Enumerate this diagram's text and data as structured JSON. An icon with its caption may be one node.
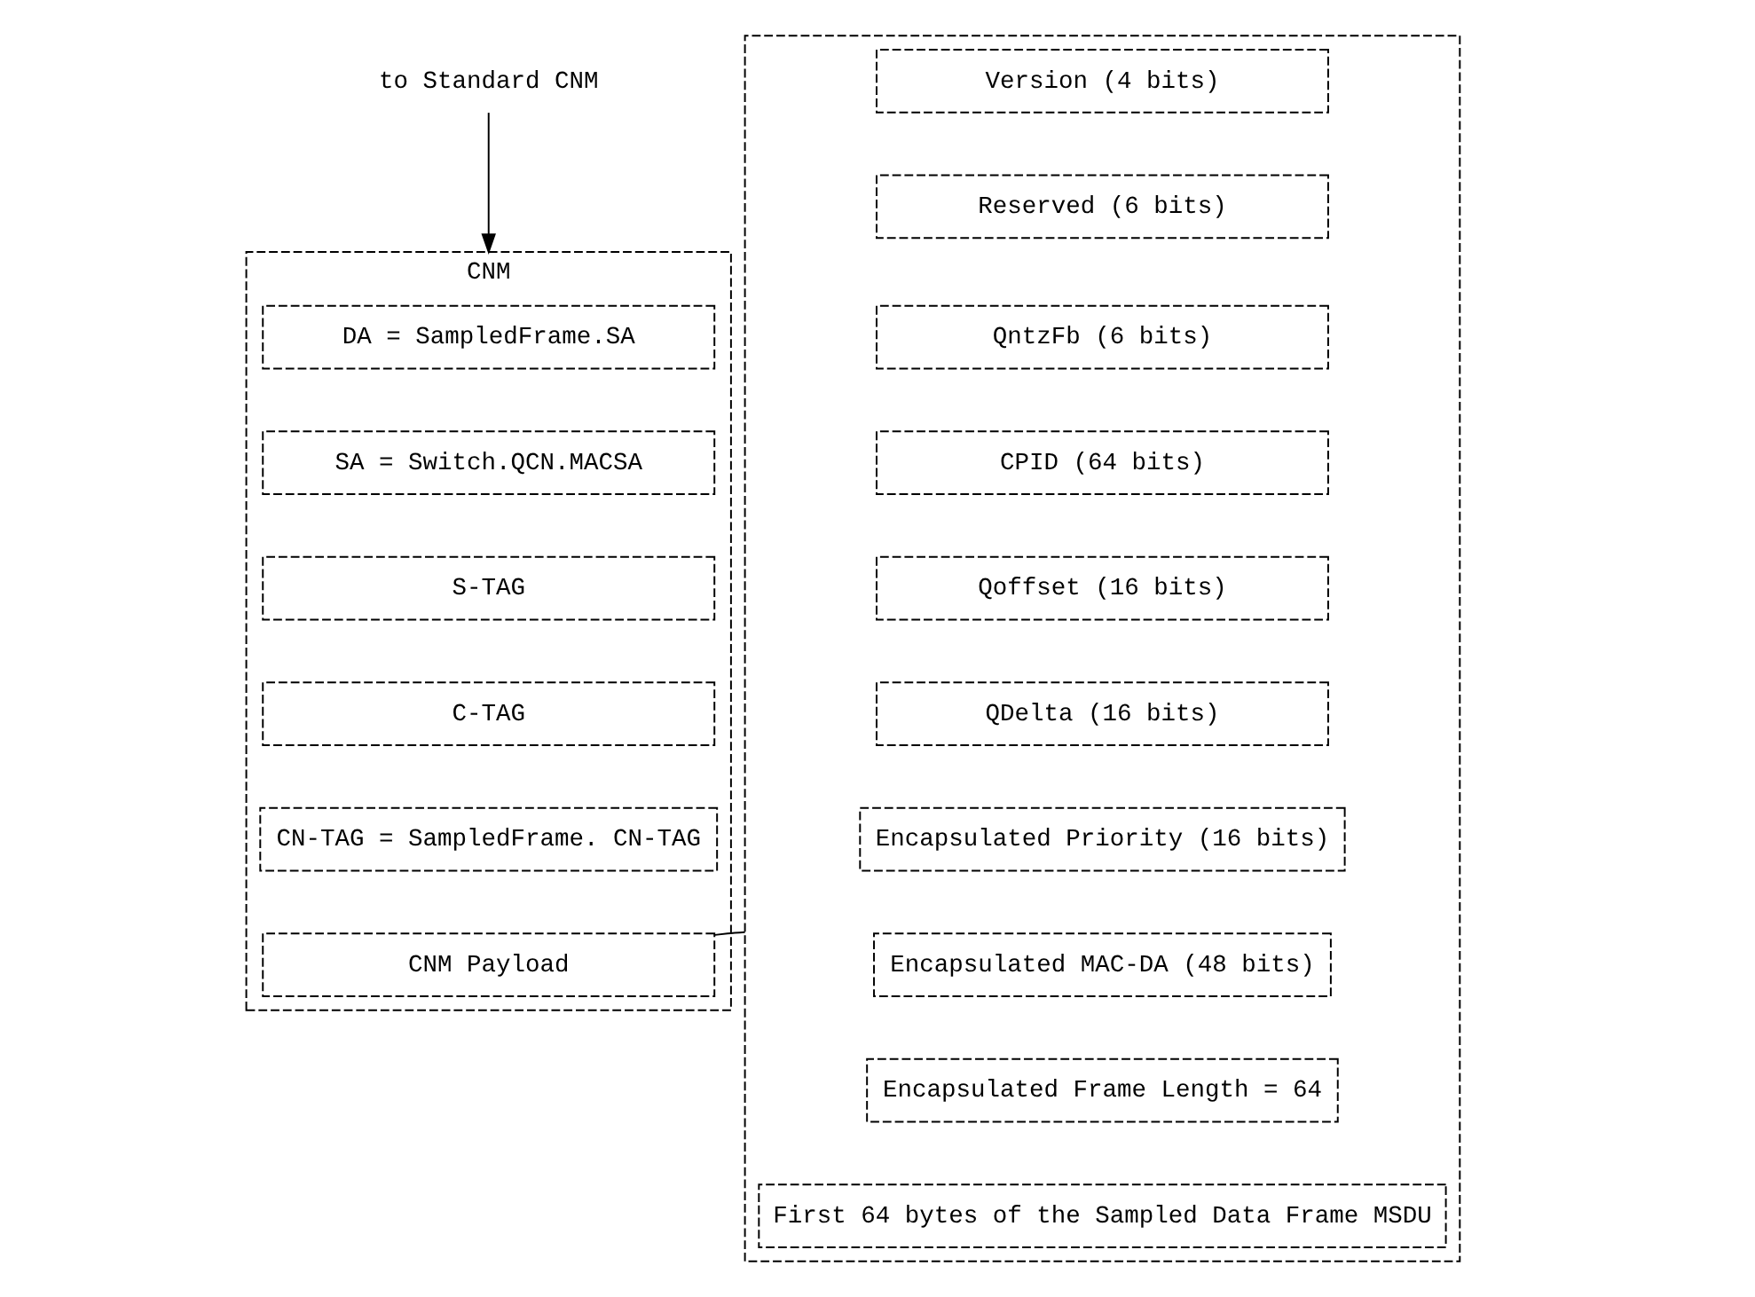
{
  "diagram": {
    "nodes": [
      {
        "text": [
          "to Standard CNM"
        ]
      },
      {
        "text": [
          "CNM"
        ]
      },
      {
        "text": [
          "DA = SampledFrame.SA"
        ],
        "in": 1
      },
      {
        "text": [
          "SA = Switch.QCN.MACSA"
        ],
        "in": 1
      },
      {
        "text": [
          "S-TAG"
        ],
        "in": 1
      },
      {
        "text": [
          "C-TAG"
        ],
        "in": 1
      },
      {
        "text": [
          "CN-TAG = SampledFrame. CN-TAG"
        ],
        "in": 1
      },
      {
        "text": [
          "CNM Payload"
        ],
        "in": 1
      },
      {
        "text": [],
        "shape": "box"
      },
      {
        "text": [
          "Version (4 bits)"
        ],
        "in": 8
      },
      {
        "text": [
          "Reserved (6 bits)"
        ],
        "in": 8
      },
      {
        "text": [
          "QntzFb (6 bits)"
        ],
        "in": 8
      },
      {
        "text": [
          "CPID (64 bits)"
        ],
        "in": 8
      },
      {
        "text": [
          "Qoffset (16 bits)"
        ],
        "in": 8
      },
      {
        "text": [
          "QDelta (16 bits)"
        ],
        "in": 8
      },
      {
        "text": [
          "Encapsulated Priority (16 bits)"
        ],
        "in": 8
      },
      {
        "text": [
          "Encapsulated MAC-DA (48 bits)"
        ],
        "in": 8
      },
      {
        "text": [
          "Encapsulated Frame Length = 64"
        ],
        "in": 8
      },
      {
        "text": [
          "First 64 bytes of the Sampled Data Frame MSDU"
        ],
        "in": 8
      }
    ],
    "edges": [
      {
        "from": 0,
        "to": 1,
        "arrow": "to"
      },
      {
        "from": 7,
        "to": 8,
        "arrow": "none"
      }
    ]
  }
}
